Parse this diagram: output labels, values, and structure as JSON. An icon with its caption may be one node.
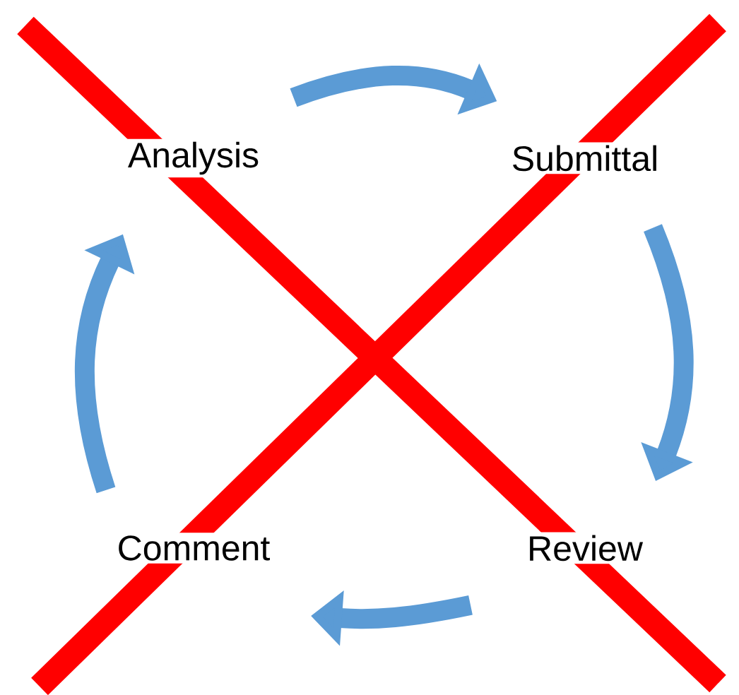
{
  "diagram": {
    "nodes": [
      {
        "text": [
          "Analysis"
        ]
      },
      {
        "text": [
          "Submittal"
        ]
      },
      {
        "text": [
          "Review"
        ]
      },
      {
        "text": [
          "Comment"
        ]
      }
    ],
    "edges": [
      {
        "from": 0,
        "to": 1,
        "arrow": "to"
      },
      {
        "from": 1,
        "to": 2,
        "arrow": "to"
      },
      {
        "from": 2,
        "to": 3,
        "arrow": "to"
      },
      {
        "from": 3,
        "to": 0,
        "arrow": "to"
      }
    ]
  }
}
